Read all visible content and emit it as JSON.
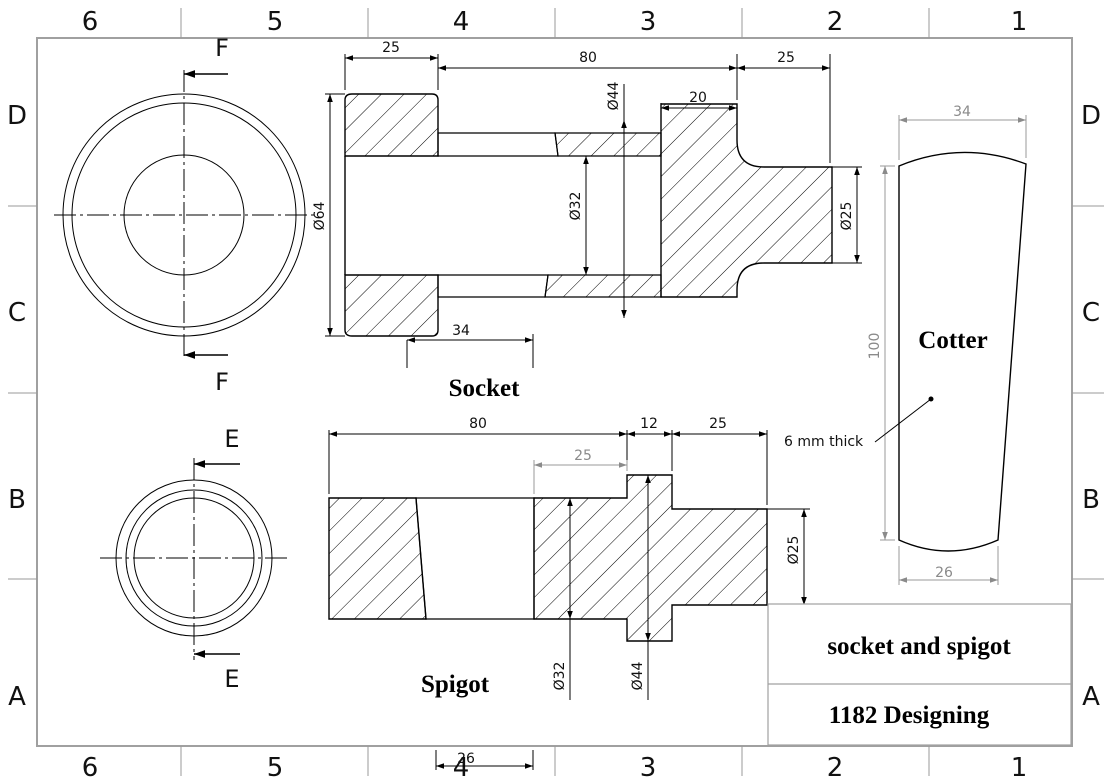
{
  "border": {
    "columns_top": [
      "6",
      "5",
      "4",
      "3",
      "2",
      "1"
    ],
    "columns_bottom": [
      "6",
      "5",
      "4",
      "3",
      "2",
      "1"
    ],
    "rows_left": [
      "D",
      "C",
      "B",
      "A"
    ],
    "rows_right": [
      "D",
      "C",
      "B",
      "A"
    ]
  },
  "sections": {
    "f1": "F",
    "f2": "F",
    "e1": "E",
    "e2": "E"
  },
  "socket": {
    "label": "Socket",
    "dims": {
      "d25a": "25",
      "d80": "80",
      "d25b": "25",
      "d20": "20",
      "d44": "Ø44",
      "d64": "Ø64",
      "d32": "Ø32",
      "d25dia": "Ø25",
      "d34": "34"
    }
  },
  "spigot": {
    "label": "Spigot",
    "dims": {
      "d80": "80",
      "d12": "12",
      "d25": "25",
      "d25g": "25",
      "d25dia": "Ø25",
      "d32": "Ø32",
      "d44": "Ø44",
      "d26": "26"
    }
  },
  "cotter": {
    "label": "Cotter",
    "dims": {
      "d34": "34",
      "d100": "100",
      "d26": "26"
    },
    "note": "6 mm thick"
  },
  "title_block": {
    "title": "socket and spigot",
    "designer": "1182 Designing"
  }
}
